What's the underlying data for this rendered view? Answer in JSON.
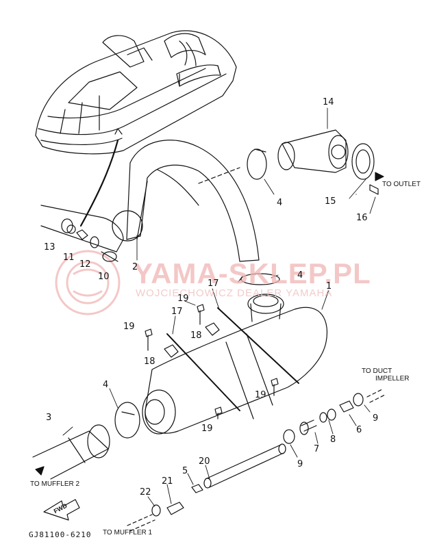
{
  "watermark": {
    "site": "YAMA-SKLEP.PL",
    "dealer": "WOJCIECHOWICZ DEALER YAMAHA"
  },
  "callouts": [
    {
      "id": "c14",
      "text": "14"
    },
    {
      "id": "c4a",
      "text": "4"
    },
    {
      "id": "c15",
      "text": "15"
    },
    {
      "id": "c16",
      "text": "16"
    },
    {
      "id": "c13",
      "text": "13"
    },
    {
      "id": "c11",
      "text": "11"
    },
    {
      "id": "c12",
      "text": "12"
    },
    {
      "id": "c10",
      "text": "10"
    },
    {
      "id": "c2",
      "text": "2"
    },
    {
      "id": "c4b",
      "text": "4"
    },
    {
      "id": "c17a",
      "text": "17"
    },
    {
      "id": "c1",
      "text": "1"
    },
    {
      "id": "c19a",
      "text": "19"
    },
    {
      "id": "c19b",
      "text": "19"
    },
    {
      "id": "c17b",
      "text": "17"
    },
    {
      "id": "c18a",
      "text": "18"
    },
    {
      "id": "c18b",
      "text": "18"
    },
    {
      "id": "c19c",
      "text": "19"
    },
    {
      "id": "c4c",
      "text": "4"
    },
    {
      "id": "c19d",
      "text": "19"
    },
    {
      "id": "c9a",
      "text": "9"
    },
    {
      "id": "c6",
      "text": "6"
    },
    {
      "id": "c8",
      "text": "8"
    },
    {
      "id": "c7",
      "text": "7"
    },
    {
      "id": "c3",
      "text": "3"
    },
    {
      "id": "c9b",
      "text": "9"
    },
    {
      "id": "c20",
      "text": "20"
    },
    {
      "id": "c5",
      "text": "5"
    },
    {
      "id": "c21",
      "text": "21"
    },
    {
      "id": "c22",
      "text": "22"
    }
  ],
  "notes": {
    "to_outlet": "TO OUTLET",
    "to_duct_line1": "TO DUCT",
    "to_duct_line2": "IMPELLER",
    "to_muffler2": "TO MUFFLER 2",
    "to_muffler1": "TO MUFFLER 1",
    "fwd": "FWD"
  },
  "diagram_code": "GJ81100-6210"
}
